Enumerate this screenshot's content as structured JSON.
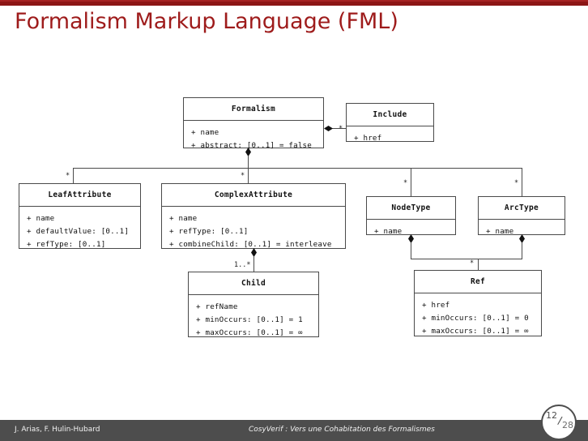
{
  "slide": {
    "title": "Formalism Markup Language (FML)",
    "accent_color": "#9e1b1b",
    "footer_bg_color": "#4d4d4d"
  },
  "diagram": {
    "type": "uml-class-diagram",
    "classes": [
      {
        "id": "formalism",
        "name": "Formalism",
        "attributes": [
          "+ name",
          "+ abstract: [0..1] = false"
        ]
      },
      {
        "id": "include",
        "name": "Include",
        "attributes": [
          "+ href"
        ]
      },
      {
        "id": "leafattribute",
        "name": "LeafAttribute",
        "attributes": [
          "+ name",
          "+ defaultValue: [0..1]",
          "+ refType: [0..1]"
        ]
      },
      {
        "id": "complexattribute",
        "name": "ComplexAttribute",
        "attributes": [
          "+ name",
          "+ refType: [0..1]",
          "+ combineChild: [0..1] = interleave"
        ]
      },
      {
        "id": "nodetype",
        "name": "NodeType",
        "attributes": [
          "+ name"
        ]
      },
      {
        "id": "arctype",
        "name": "ArcType",
        "attributes": [
          "+ name"
        ]
      },
      {
        "id": "child",
        "name": "Child",
        "attributes": [
          "+ refName",
          "+ minOccurs: [0..1] = 1",
          "+ maxOccurs: [0..1] = ∞"
        ]
      },
      {
        "id": "ref",
        "name": "Ref",
        "attributes": [
          "+ href",
          "+ minOccurs: [0..1] = 0",
          "+ maxOccurs: [0..1] = ∞"
        ]
      }
    ],
    "multiplicities": {
      "include": "*",
      "leafattribute": "*",
      "complexattribute": "*",
      "nodetype": "*",
      "arctype": "*",
      "child": "1..*",
      "ref": "*"
    }
  },
  "footer": {
    "authors": "J. Arias, F. Hulin-Hubard",
    "talk_title": "CosyVerif : Vers une Cohabitation des Formalismes",
    "page_current": "12",
    "page_separator": "/",
    "page_total": "28"
  }
}
